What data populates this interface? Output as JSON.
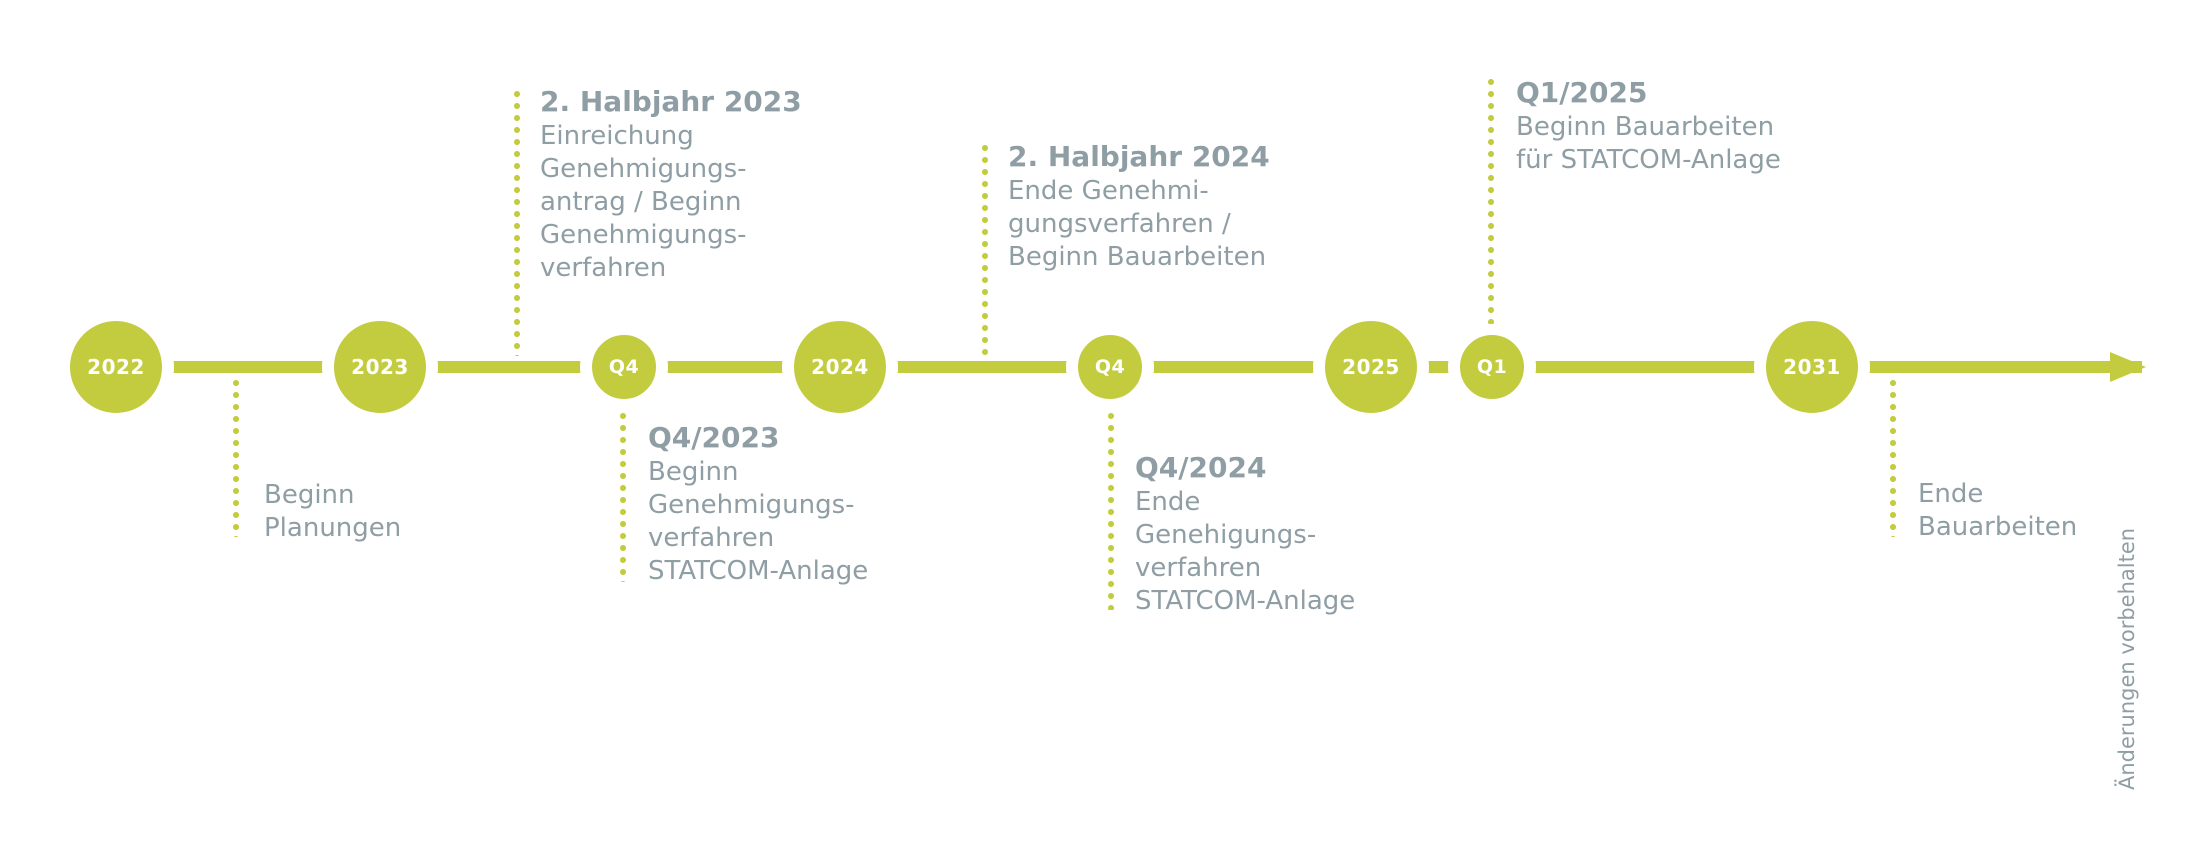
{
  "colors": {
    "accent": "#c3cc3f",
    "text": "#8f9ea4",
    "milestone_text": "#ffffff"
  },
  "timeline": {
    "milestones": [
      {
        "label": "2022"
      },
      {
        "label": "2023"
      },
      {
        "label": "Q4"
      },
      {
        "label": "2024"
      },
      {
        "label": "Q4"
      },
      {
        "label": "2025"
      },
      {
        "label": "Q1"
      },
      {
        "label": "2031"
      }
    ],
    "events": [
      {
        "title": "",
        "lines": [
          "Beginn",
          "Planungen"
        ]
      },
      {
        "title": "2. Halbjahr 2023",
        "lines": [
          "Einreichung",
          "Genehmigungs-",
          "antrag / Beginn",
          "Genehmigungs-",
          "verfahren"
        ]
      },
      {
        "title": "Q4/2023",
        "lines": [
          "Beginn",
          "Genehmigungs-",
          "verfahren",
          "STATCOM-Anlage"
        ]
      },
      {
        "title": "2. Halbjahr 2024",
        "lines": [
          "Ende Genehmi-",
          "gungsverfahren /",
          "Beginn Bauarbeiten"
        ]
      },
      {
        "title": "Q4/2024",
        "lines": [
          "Ende",
          "Genehigungs-",
          "verfahren",
          "STATCOM-Anlage"
        ]
      },
      {
        "title": "Q1/2025",
        "lines": [
          "Beginn Bauarbeiten",
          "für STATCOM-Anlage"
        ]
      },
      {
        "title": "",
        "lines": [
          "Ende",
          "Bauarbeiten"
        ]
      }
    ]
  },
  "disclaimer": "Änderungen vorbehalten"
}
